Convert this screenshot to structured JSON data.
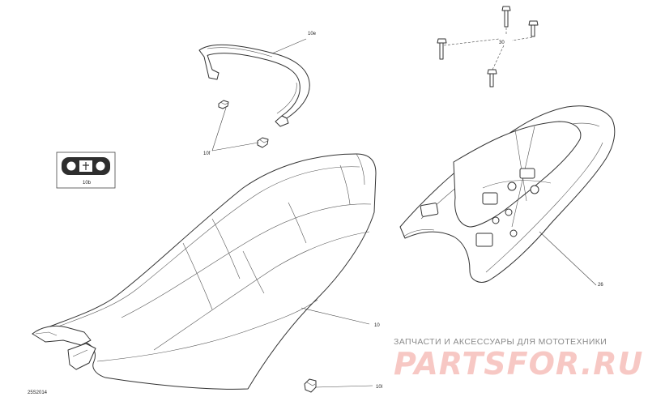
{
  "callouts": {
    "handle_strap": "10e",
    "strap_clips": "10f",
    "seat": "10",
    "seat_clip": "10l",
    "bolts": "30",
    "rear_frame": "26",
    "label_sticker": "10b"
  },
  "figure_ref": "25S2014",
  "watermark": {
    "tagline": "ЗАПЧАСТИ И АКСЕССУАРЫ ДЛЯ МОТОТЕХНИКИ",
    "brand": "PARTSFOR.RU"
  },
  "colors": {
    "line": "#333333",
    "watermark_brand": "#f7c8c4",
    "watermark_text": "#8a8a8a"
  }
}
